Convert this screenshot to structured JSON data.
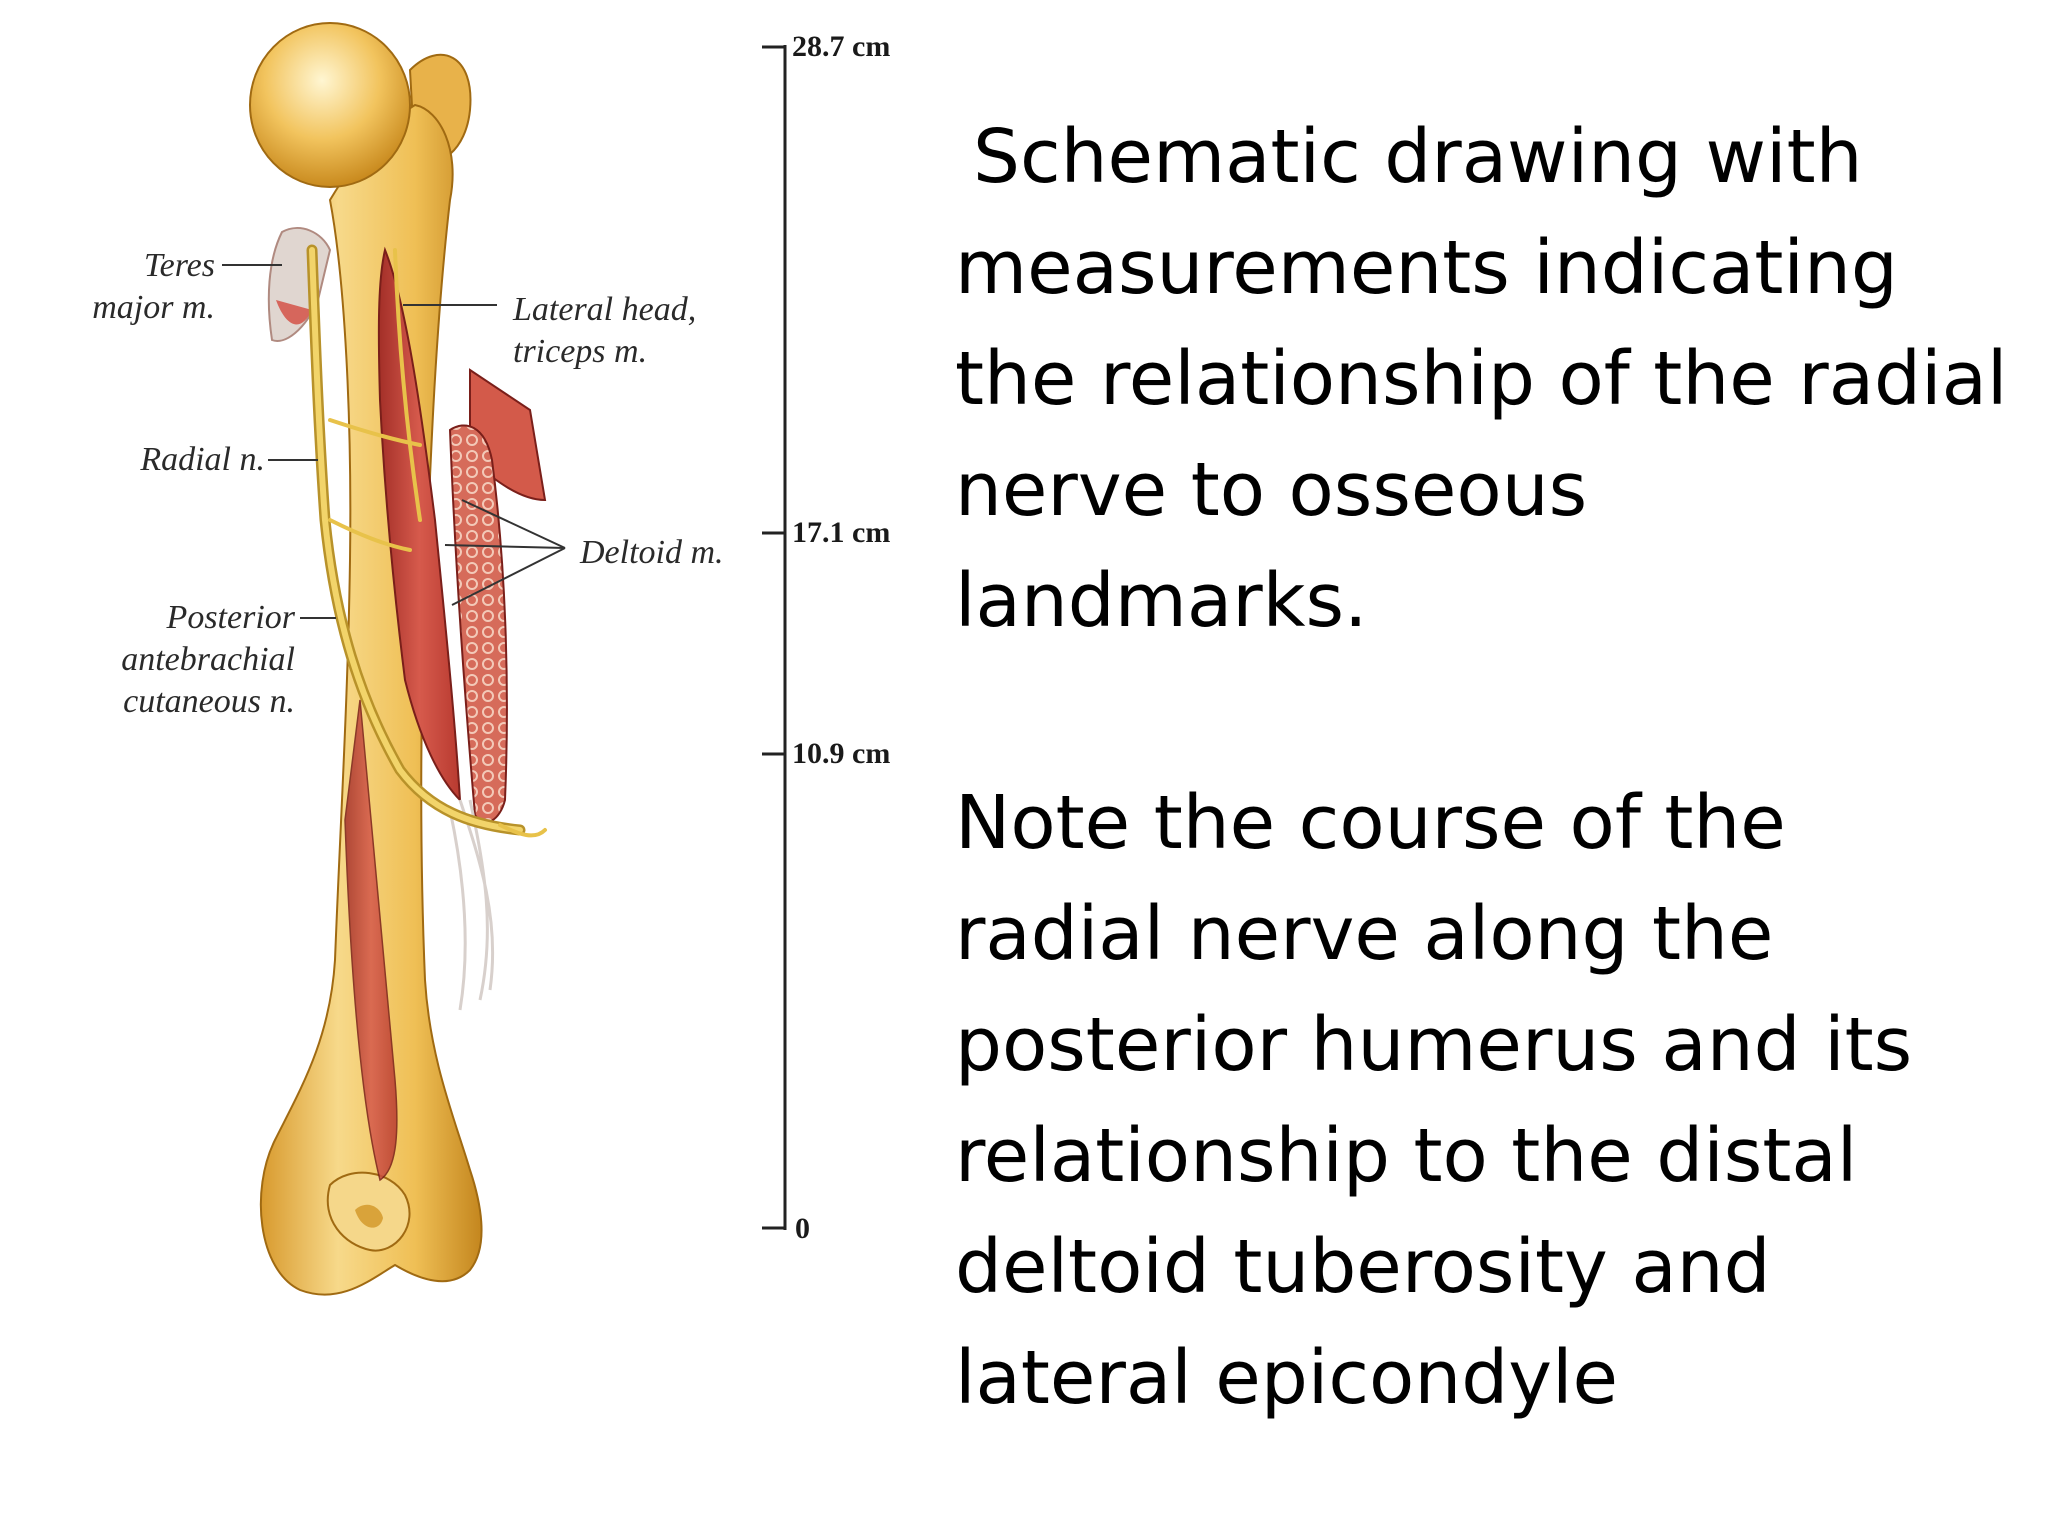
{
  "illustration": {
    "labels": {
      "teres_line1": "Teres",
      "teres_line2": "major m.",
      "lateral_line1": "Lateral head,",
      "lateral_line2": "triceps m.",
      "radial": "Radial n.",
      "deltoid": "Deltoid m.",
      "posterior_line1": "Posterior",
      "posterior_line2": "antebrachial",
      "posterior_line3": "cutaneous n."
    },
    "scale": {
      "top": "28.7 cm",
      "mid_upper": "17.1 cm",
      "mid_lower": "10.9 cm",
      "bottom": "0"
    },
    "colors": {
      "bone": "#f0c25e",
      "bone_shadow": "#c98a1e",
      "muscle": "#c9453b",
      "nerve": "#e8c24a"
    }
  },
  "caption_1": "Schematic drawing with measurements indicating the relationship of the radial nerve to osseous landmarks.",
  "caption_2": "Note the course of the radial nerve along the posterior humerus and its relationship to the distal deltoid tuberosity and lateral epicondyle"
}
